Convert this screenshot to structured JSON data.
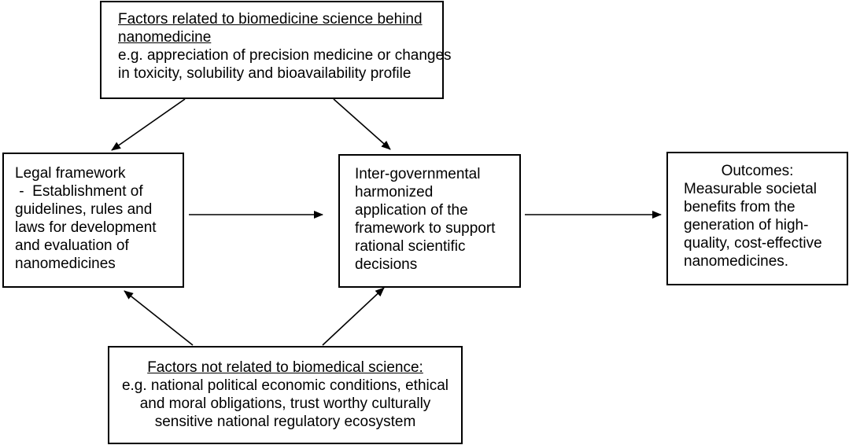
{
  "nodes": {
    "top": {
      "heading": [
        "Factors related to biomedicine science behind",
        "nanomedicine"
      ],
      "body": [
        "e.g. appreciation of precision medicine or changes",
        "in toxicity, solubility and bioavailability profile"
      ]
    },
    "legal": {
      "lines": [
        "Legal framework",
        " -  Establishment of",
        "guidelines, rules and",
        "laws for development",
        "and evaluation of",
        "nanomedicines"
      ]
    },
    "inter": {
      "lines": [
        "Inter-governmental",
        "harmonized",
        "application of the",
        "framework to support",
        "rational scientific",
        "decisions"
      ]
    },
    "outcomes": {
      "title": "Outcomes:",
      "lines": [
        "Measurable societal",
        "benefits from the",
        "generation of high-",
        "quality, cost-effective",
        "nanomedicines."
      ]
    },
    "bottom": {
      "heading": "Factors not related to biomedical science:",
      "body": [
        "e.g. national political economic conditions, ethical",
        "and moral obligations, trust worthy culturally",
        "sensitive national regulatory ecosystem"
      ]
    }
  },
  "edges": [
    {
      "from": "top",
      "to": "legal"
    },
    {
      "from": "top",
      "to": "inter"
    },
    {
      "from": "legal",
      "to": "inter"
    },
    {
      "from": "inter",
      "to": "outcomes"
    },
    {
      "from": "bottom",
      "to": "legal"
    },
    {
      "from": "bottom",
      "to": "inter"
    }
  ]
}
